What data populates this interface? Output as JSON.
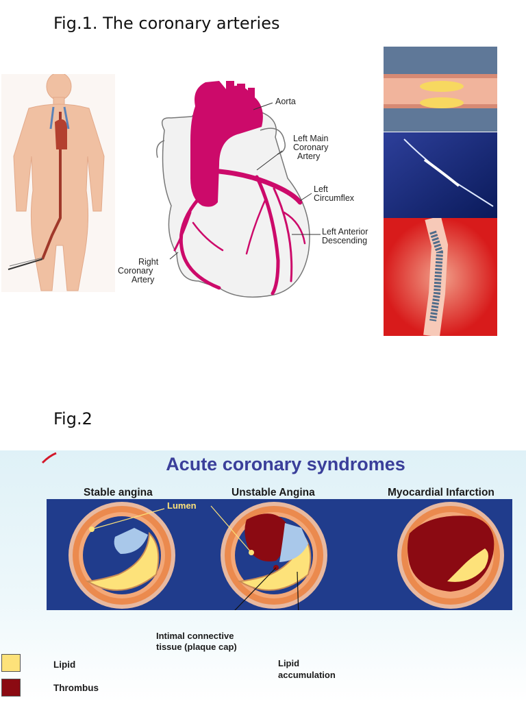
{
  "fig1": {
    "caption": "Fig.1. The coronary arteries",
    "heart_labels": {
      "aorta": "Aorta",
      "left_main_1": "Left Main",
      "left_main_2": "Coronary",
      "left_main_3": "Artery",
      "left_circ_1": "Left",
      "left_circ_2": "Circumflex",
      "lad_1": "Left Anterior",
      "lad_2": "Descending",
      "right_1": "Right",
      "right_2": "Coronary",
      "right_3": "Artery"
    }
  },
  "fig2": {
    "caption": "Fig.2",
    "title": "Acute coronary syndromes",
    "columns": [
      "Stable angina",
      "Unstable Angina",
      "Myocardial Infarction"
    ],
    "lumen_label": "Lumen",
    "annotation_cap_1": "Intimal connective",
    "annotation_cap_2": "tissue (plaque cap)",
    "annotation_lipid_1": "Lipid",
    "annotation_lipid_2": "accumulation",
    "legend": [
      {
        "label": "Lipid",
        "color": "#fde27a"
      },
      {
        "label": "Thrombus",
        "color": "#8b0a12"
      }
    ],
    "colors": {
      "artery": "#cc0a6a",
      "band": "#203c8c",
      "title": "#3a3f9a"
    }
  }
}
